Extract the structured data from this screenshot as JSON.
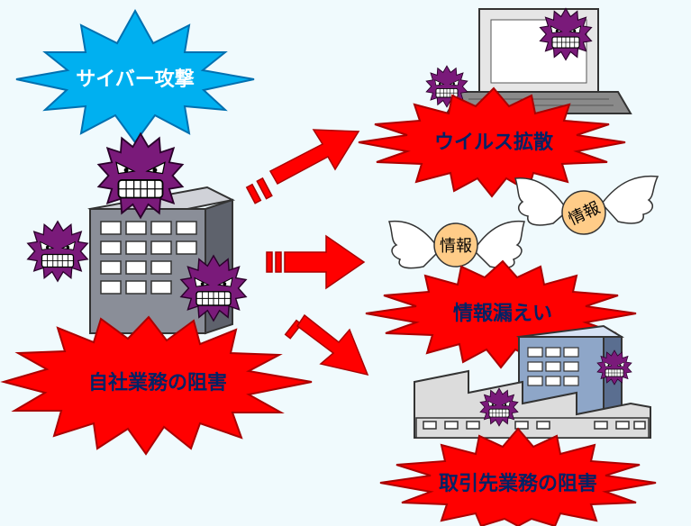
{
  "labels": {
    "cyber_attack": "サイバー攻撃",
    "virus_spread": "ウイルス拡散",
    "info_leak": "情報漏えい",
    "own_business_disruption": "自社業務の阻害",
    "partner_business_disruption": "取引先業務の阻害"
  },
  "tags": {
    "info_a": "情報",
    "info_b": "情報"
  },
  "colors": {
    "background": "#f0fafd",
    "red_burst": "#ff0000",
    "blue_burst": "#00b0f0",
    "burst_text_dark": "#002266",
    "burst_text_light": "#ffffff",
    "arrow": "#ff0000",
    "demon": "#7a1a7a",
    "building": "#8a8e98",
    "info_ball": "#ffcc88"
  }
}
